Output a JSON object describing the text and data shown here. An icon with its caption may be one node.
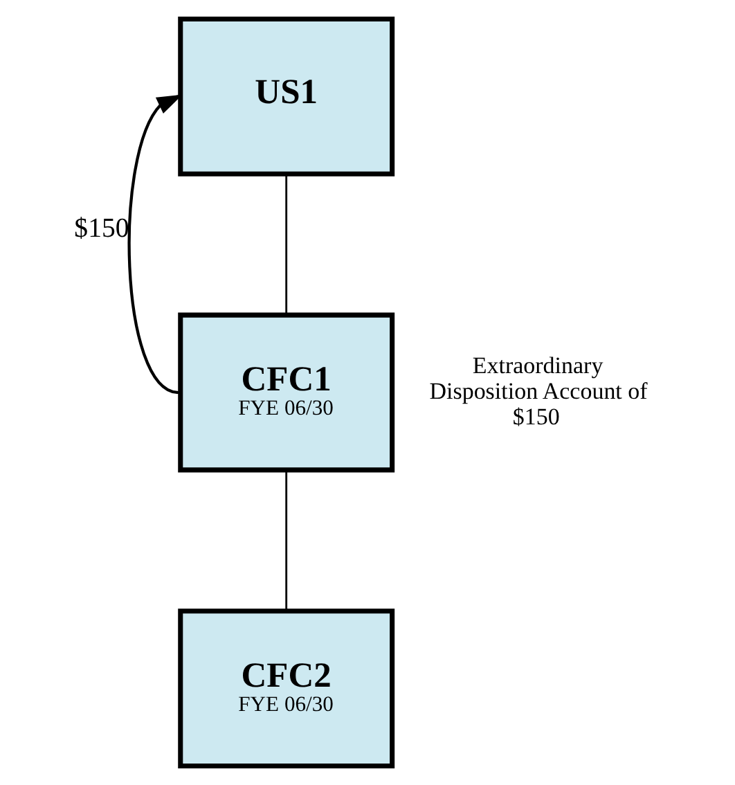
{
  "diagram": {
    "nodes": [
      {
        "text": [
          "US1"
        ]
      },
      {
        "text": [
          "CFC1",
          "FYE 06/30"
        ],
        "beside": [
          "Extraordinary Disposition Account of $150"
        ]
      },
      {
        "text": [
          "CFC2",
          "FYE 06/30"
        ]
      }
    ],
    "edges": [
      {
        "from": 0,
        "to": 1,
        "arrow": "none"
      },
      {
        "from": 1,
        "to": 2,
        "arrow": "none"
      },
      {
        "from": 1,
        "to": 0,
        "arrow": "to",
        "label": "$150"
      }
    ]
  }
}
